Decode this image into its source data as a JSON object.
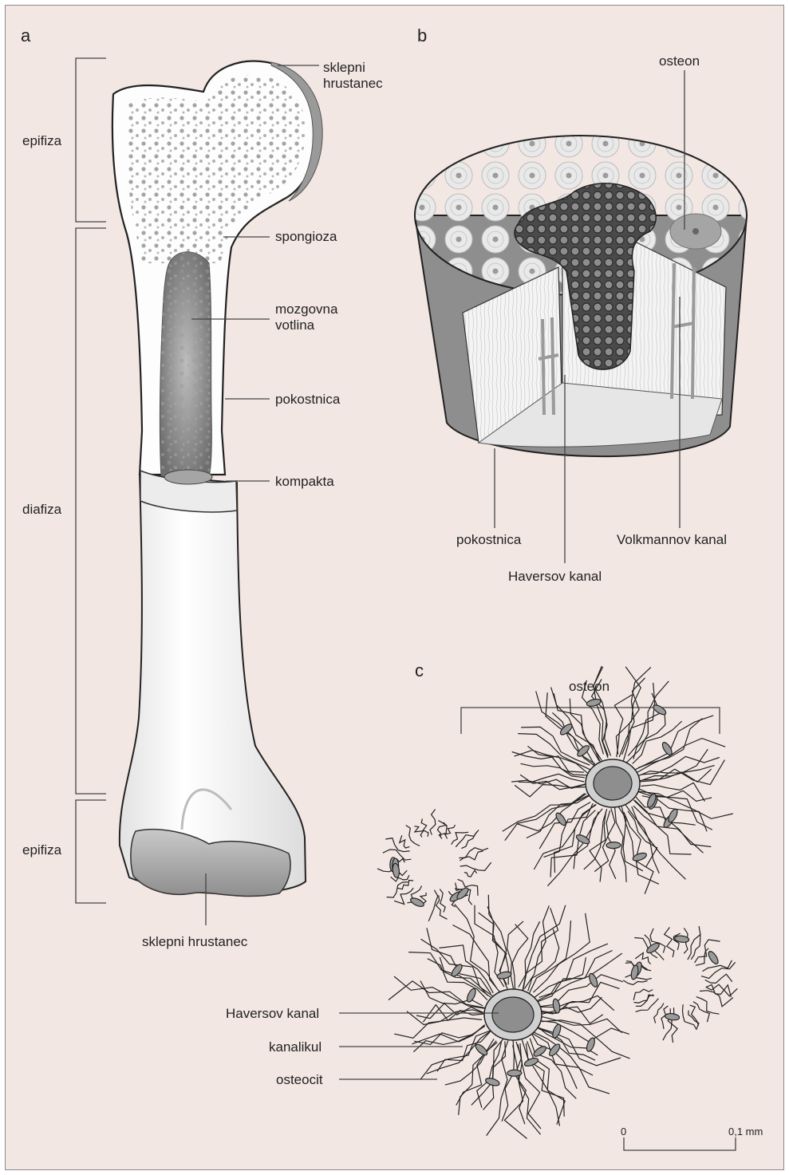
{
  "panels": {
    "a": "a",
    "b": "b",
    "c": "c"
  },
  "panel_a": {
    "bracket_epifiza_top": "epifiza",
    "bracket_diafiza": "diafiza",
    "bracket_epifiza_bottom": "epifiza",
    "sklepni_hrustanec_top_line1": "sklepni",
    "sklepni_hrustanec_top_line2": "hrustanec",
    "spongioza": "spongioza",
    "mozgovna_line1": "mozgovna",
    "mozgovna_line2": "votlina",
    "pokostnica": "pokostnica",
    "kompakta": "kompakta",
    "sklepni_hrustanec_bottom": "sklepni hrustanec"
  },
  "panel_b": {
    "osteon": "osteon",
    "pokostnica": "pokostnica",
    "volkmannov": "Volkmannov kanal",
    "haversov": "Haversov kanal"
  },
  "panel_c": {
    "osteon": "osteon",
    "haversov": "Haversov kanal",
    "kanalikul": "kanalikul",
    "osteocit": "osteocit",
    "scale_zero": "0",
    "scale_end": "0,1 mm"
  },
  "colors": {
    "background": "#f2e7e3",
    "bone": "#f5f5f5",
    "marrow": "#8c8c8c",
    "periosteum": "#8f8f8f",
    "outline": "#222222"
  }
}
